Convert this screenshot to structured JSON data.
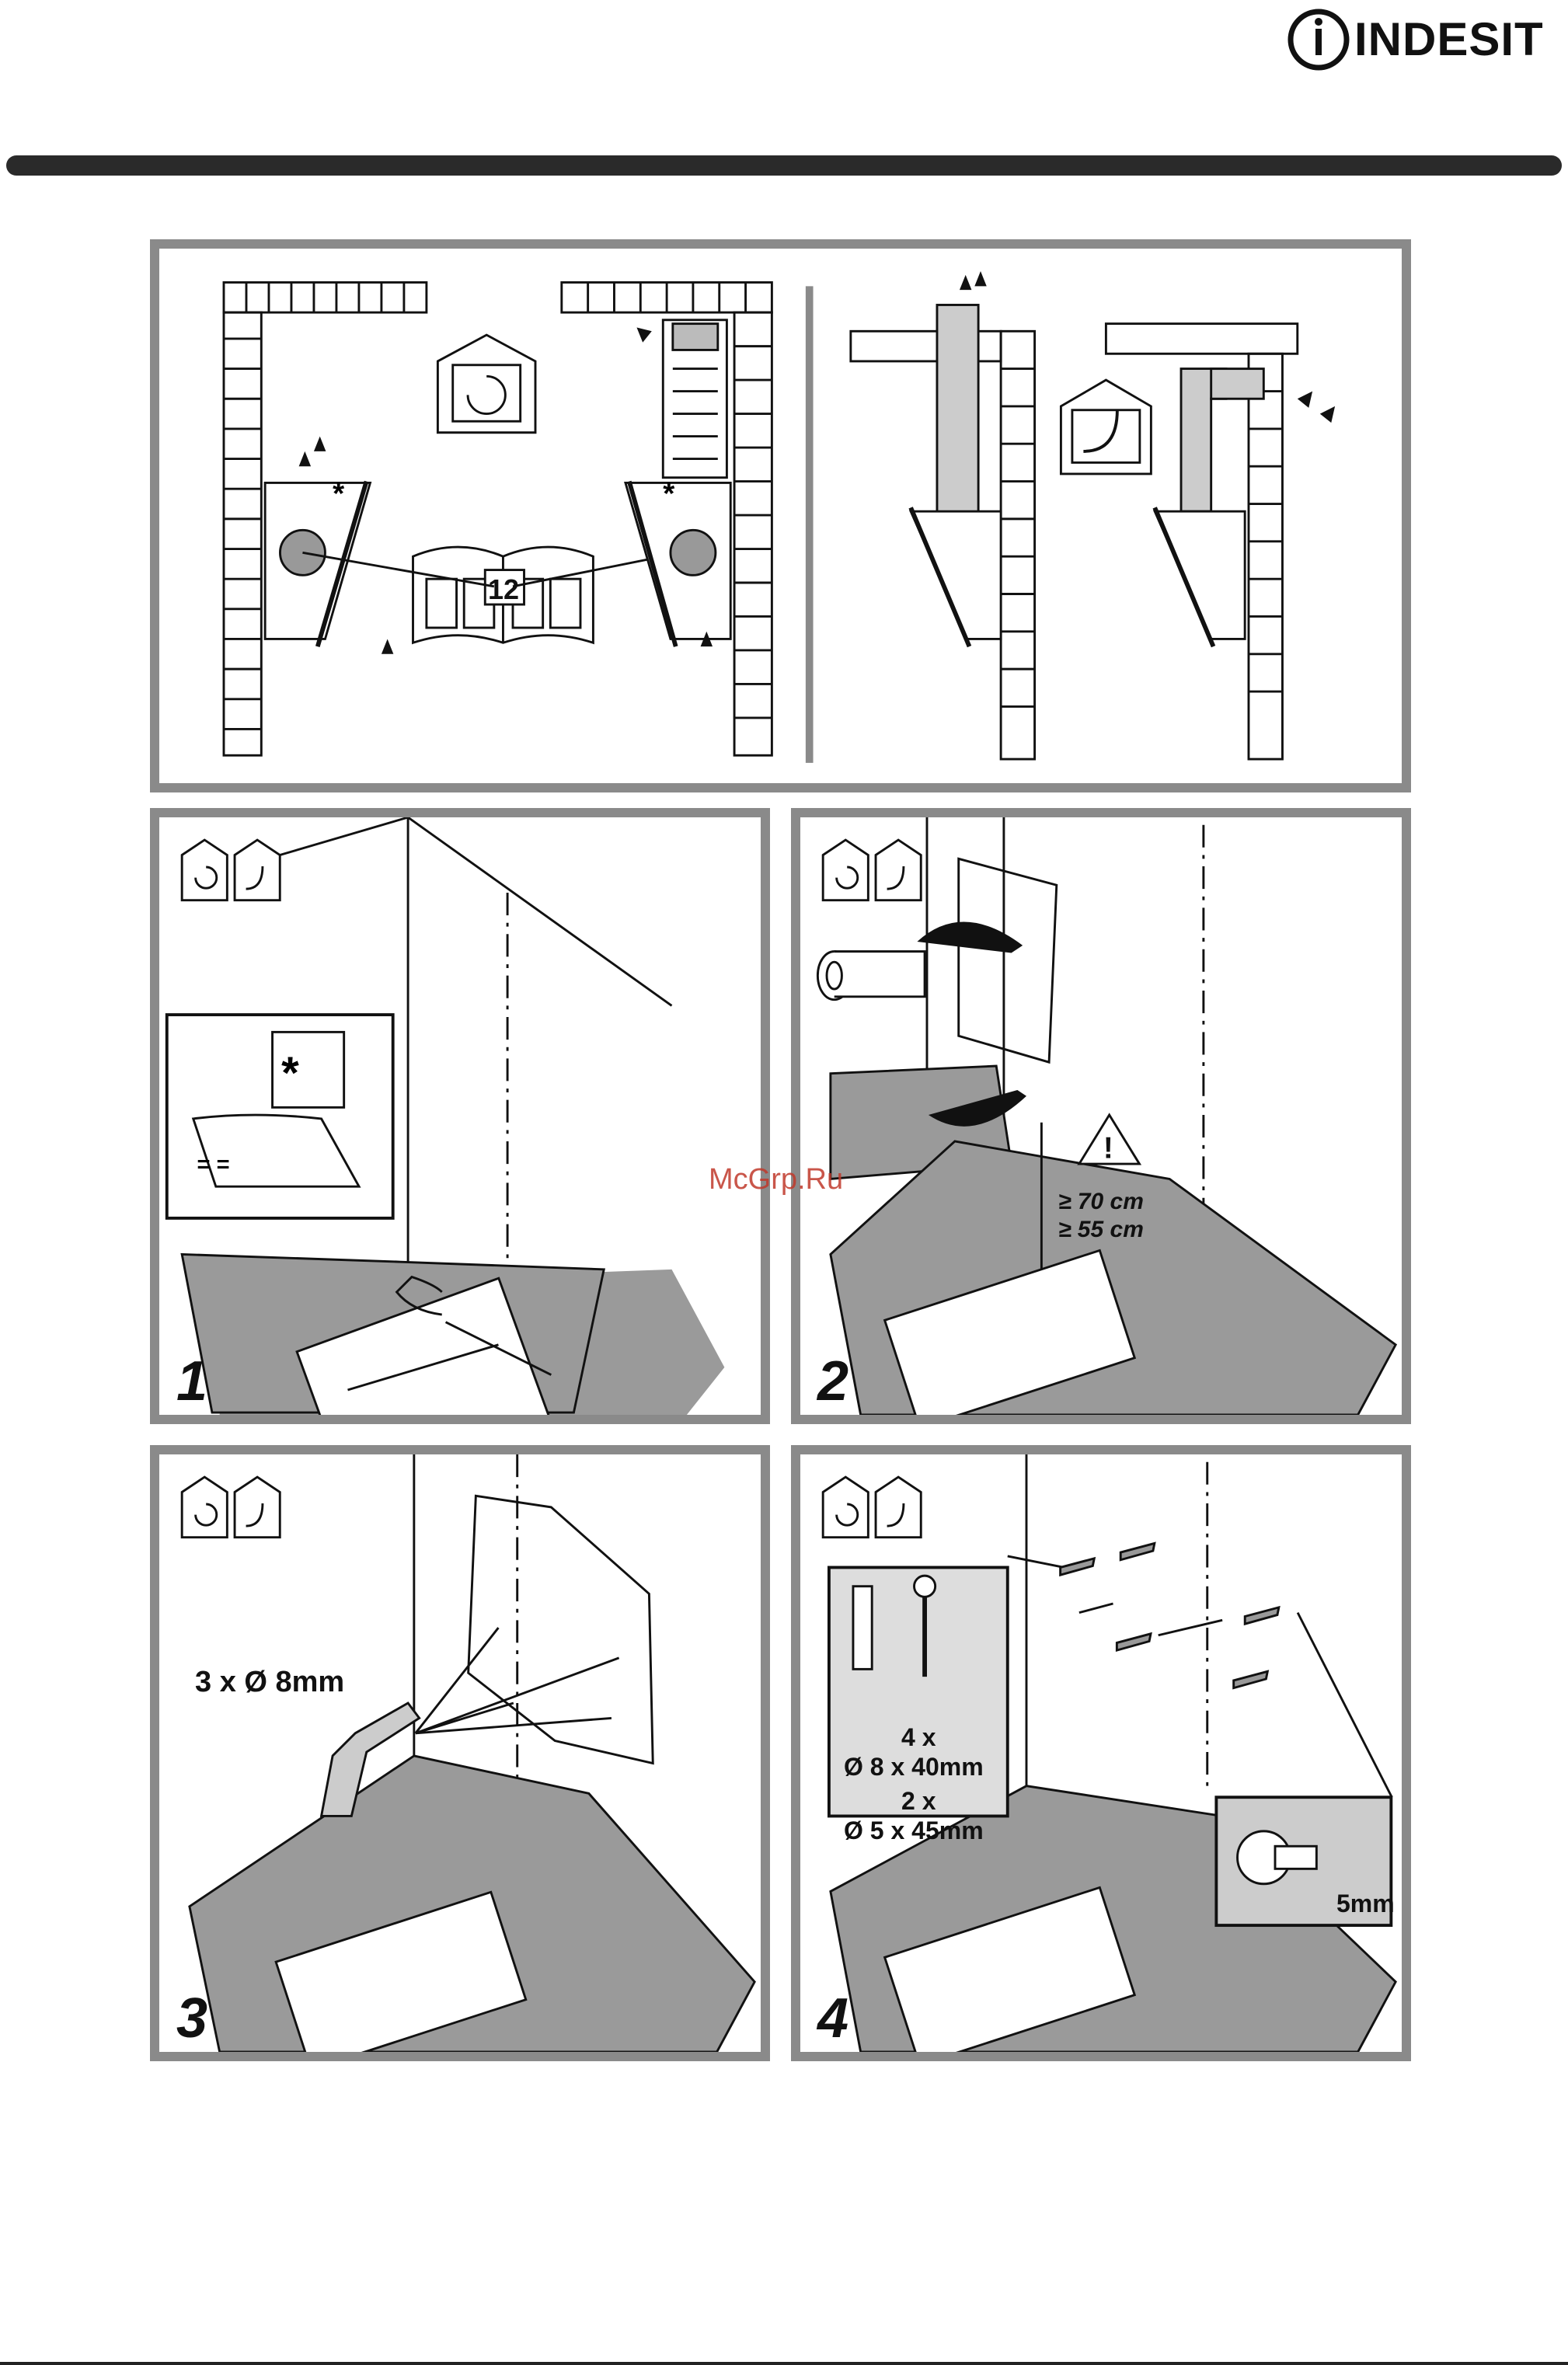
{
  "header": {
    "brand": "INDESIT"
  },
  "overview": {
    "manual_page_ref": "12"
  },
  "steps": [
    {
      "number": "1"
    },
    {
      "number": "2",
      "warning_height_gas": "≥ 70 cm",
      "warning_height_electric": "≥ 55 cm"
    },
    {
      "number": "3",
      "drill_spec": "3 x Ø 8mm"
    },
    {
      "number": "4",
      "kit_count_1": "4 x",
      "kit_size_1": "Ø 8 x 40mm",
      "kit_count_2": "2 x",
      "kit_size_2": "Ø 5 x 45mm",
      "gap_label": "5mm"
    }
  ],
  "watermark": "McGrp.Ru",
  "colors": {
    "frame": "#8a8a8a",
    "counter": "#9a9a9a",
    "ink": "#111111"
  }
}
